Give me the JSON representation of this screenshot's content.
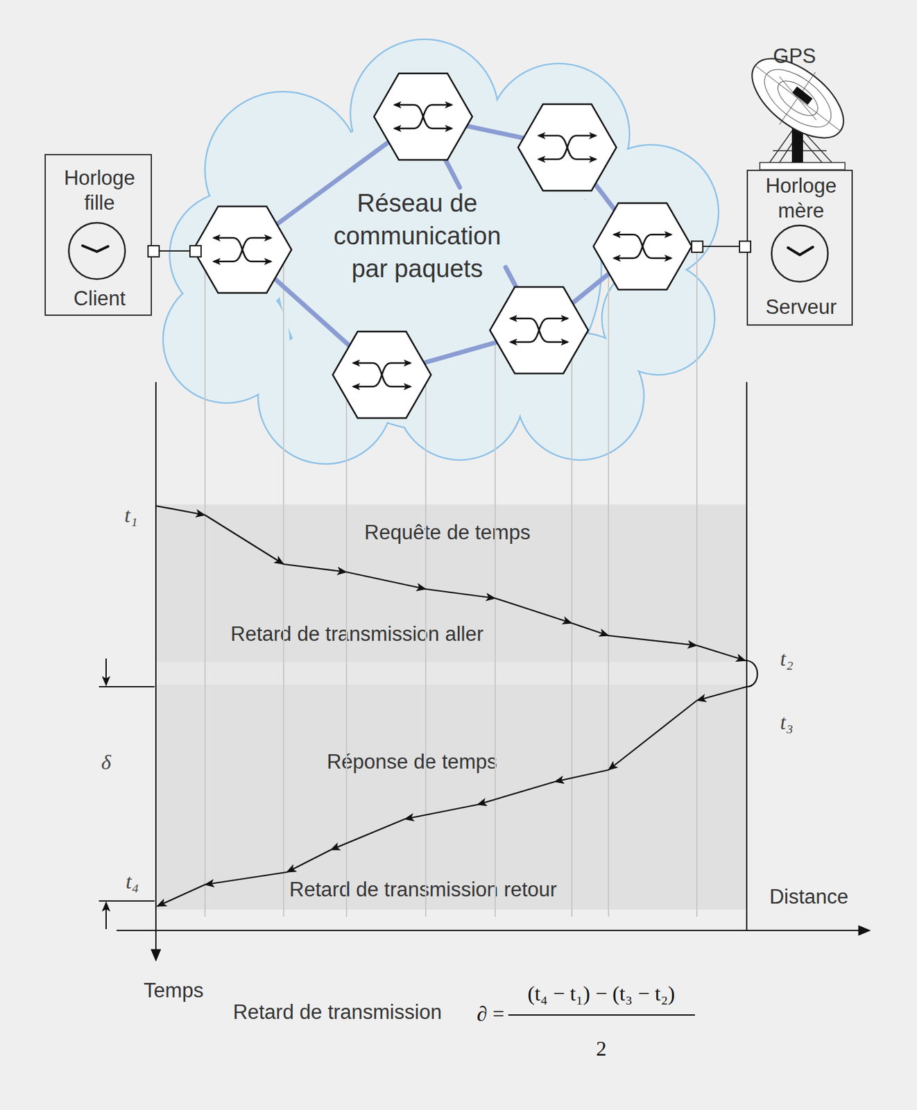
{
  "diagram": {
    "nodes": [
      {
        "text": [
          "Horloge fille",
          "Client"
        ]
      },
      {
        "text": [
          "Réseau de communication par paquets"
        ]
      },
      {
        "text": [
          "Horloge mère",
          "Serveur"
        ]
      },
      {
        "text": [
          "Requête de temps",
          "Retard de transmission aller"
        ]
      },
      {
        "text": [
          "Réponse de temps",
          "Retard de transmission retour"
        ]
      }
    ],
    "edges": [
      {
        "from": 0,
        "to": 1,
        "arrow": "none"
      },
      {
        "from": 1,
        "to": 2,
        "arrow": "none"
      }
    ],
    "labels": [
      "GPS",
      "t₁",
      "t₂",
      "t₃",
      "t₄",
      "δ",
      "Distance",
      "Temps",
      "Retard de transmission",
      "∂ =",
      "(t₄ − t₁) − (t₃ − t₂)",
      "2"
    ]
  }
}
